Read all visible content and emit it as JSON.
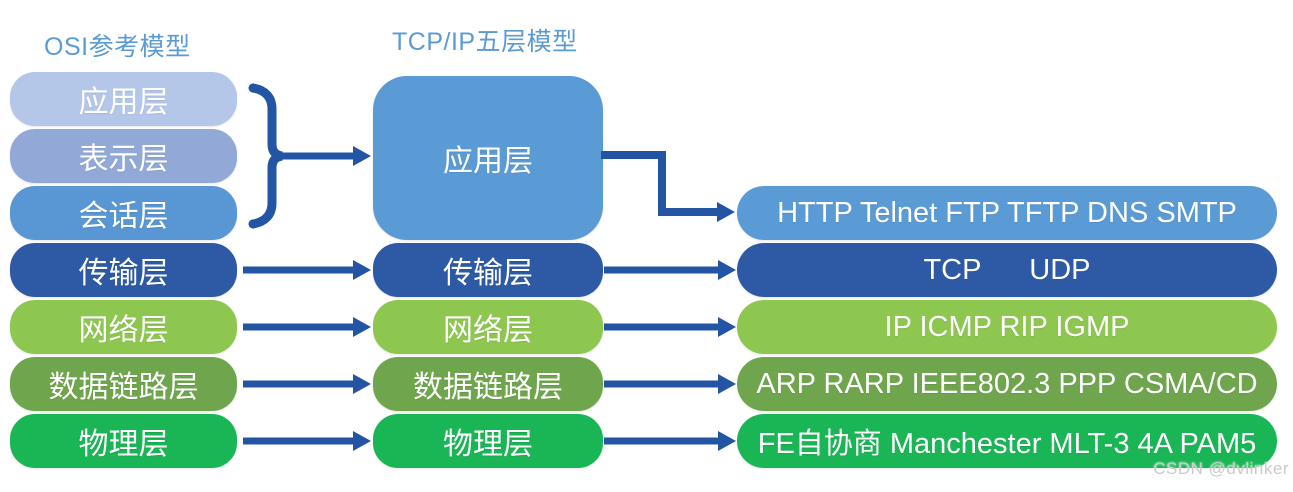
{
  "titles": {
    "osi": "OSI参考模型",
    "tcpip": "TCP/IP五层模型"
  },
  "colors": {
    "arrow": "#2355a4",
    "title": "#5b9bd5",
    "watermark": "#c9cbcd"
  },
  "osi_model": {
    "layers": [
      {
        "label": "应用层",
        "color": "#b5c7e8"
      },
      {
        "label": "表示层",
        "color": "#92a9d8"
      },
      {
        "label": "会话层",
        "color": "#5897d3"
      },
      {
        "label": "传输层",
        "color": "#2e5aa5"
      },
      {
        "label": "网络层",
        "color": "#8dc750"
      },
      {
        "label": "数据链路层",
        "color": "#6fa64d"
      },
      {
        "label": "物理层",
        "color": "#1ab656"
      }
    ]
  },
  "tcpip_model": {
    "layers": [
      {
        "label": "应用层",
        "color": "#5b9bd5"
      },
      {
        "label": "传输层",
        "color": "#2e5aa5"
      },
      {
        "label": "网络层",
        "color": "#8dc750"
      },
      {
        "label": "数据链路层",
        "color": "#6fa64d"
      },
      {
        "label": "物理层",
        "color": "#1ab656"
      }
    ]
  },
  "protocols": {
    "rows": [
      {
        "label": "HTTP Telnet FTP TFTP DNS SMTP",
        "color": "#5b9bd5"
      },
      {
        "label": "TCP      UDP",
        "color": "#2e5aa5"
      },
      {
        "label": "IP ICMP RIP IGMP",
        "color": "#8dc750"
      },
      {
        "label": "ARP RARP IEEE802.3 PPP CSMA/CD",
        "color": "#6fa64d"
      },
      {
        "label": "FE自协商 Manchester MLT-3 4A PAM5",
        "color": "#1ab656"
      }
    ]
  },
  "watermark": "CSDN @dvlinker"
}
